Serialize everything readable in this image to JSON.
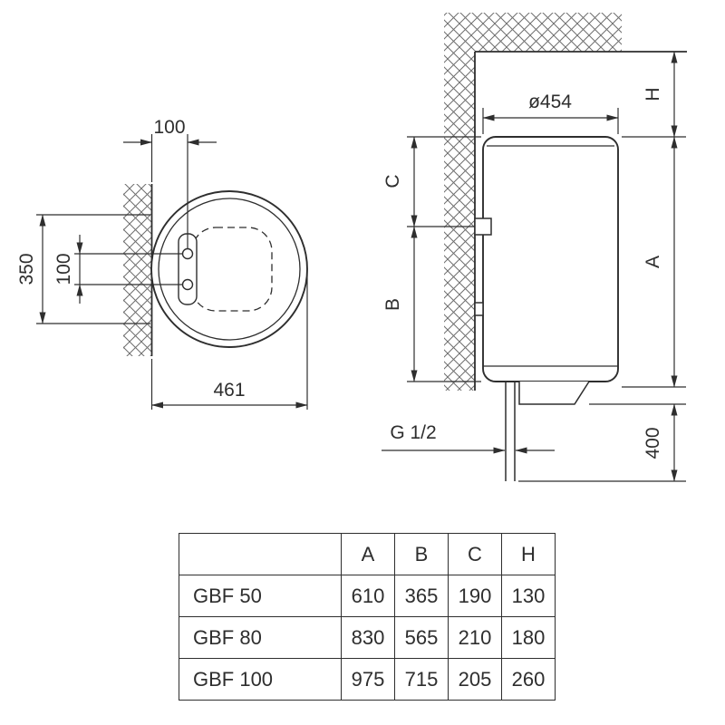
{
  "top_view": {
    "dim_offset_top": "100",
    "dim_bracket_span": "350",
    "dim_hole_spacing": "100",
    "dim_width": "461"
  },
  "side_view": {
    "dim_diameter": "ø454",
    "dim_h_label": "H",
    "dim_a_label": "A",
    "dim_c_label": "C",
    "dim_b_label": "B",
    "dim_pipe_thread": "G 1/2",
    "dim_pipe_length": "400"
  },
  "spec_table": {
    "model_header": "",
    "col_headers": [
      "A",
      "B",
      "C",
      "H"
    ],
    "rows": [
      {
        "model": "GBF 50",
        "A": "610",
        "B": "365",
        "C": "190",
        "H": "130"
      },
      {
        "model": "GBF 80",
        "A": "830",
        "B": "565",
        "C": "210",
        "H": "180"
      },
      {
        "model": "GBF 100",
        "A": "975",
        "B": "715",
        "C": "205",
        "H": "260"
      }
    ]
  }
}
